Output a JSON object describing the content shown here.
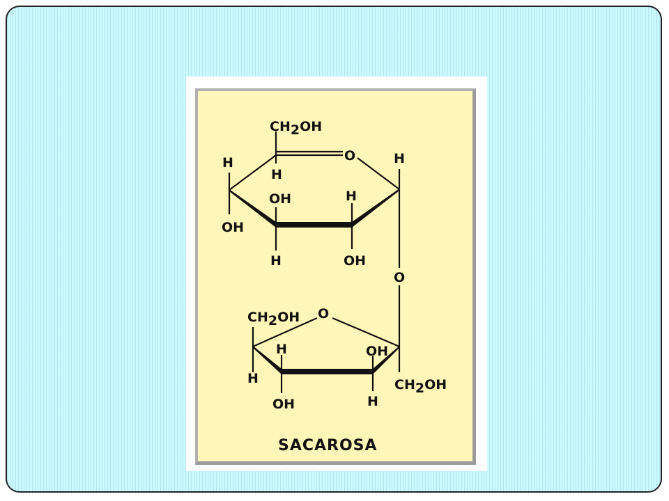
{
  "molecule": {
    "title": "SACAROSA",
    "glucose": {
      "ch2oh_top": "CH",
      "ch2oh_top_sub": "2",
      "ch2oh_top_tail": "OH",
      "ring_o": "O",
      "h_left": "H",
      "h_under_c5": "H",
      "h_right": "H",
      "oh_c3": "OH",
      "h_c2": "H",
      "oh_left": "OH",
      "h_c3_bottom": "H",
      "oh_c2_bottom": "OH"
    },
    "glycosidic_o": "O",
    "fructose": {
      "ch2oh_left": "CH",
      "ch2oh_left_sub": "2",
      "ch2oh_left_tail": "OH",
      "ring_o": "O",
      "h_c4_top": "H",
      "oh_c3_top": "OH",
      "h_left": "H",
      "ch2oh_right": "CH",
      "ch2oh_right_sub": "2",
      "ch2oh_right_tail": "OH",
      "oh_c4_bottom": "OH",
      "h_c3_bottom": "H"
    }
  }
}
